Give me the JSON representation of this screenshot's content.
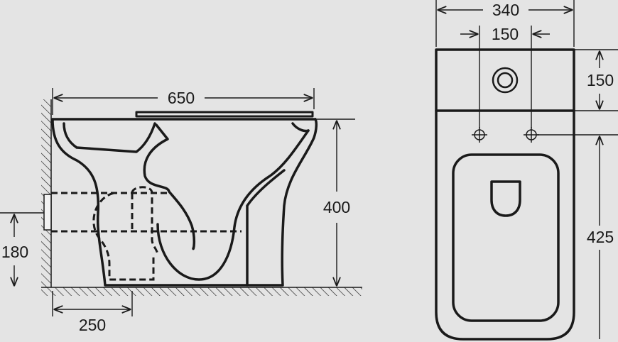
{
  "side_view": {
    "dim_length": "650",
    "dim_height": "400",
    "dim_outlet_height": "180",
    "dim_outlet_offset": "250"
  },
  "top_view": {
    "dim_width": "340",
    "dim_hole_spacing": "150",
    "dim_tank_depth": "150",
    "dim_bowl_length": "425"
  }
}
